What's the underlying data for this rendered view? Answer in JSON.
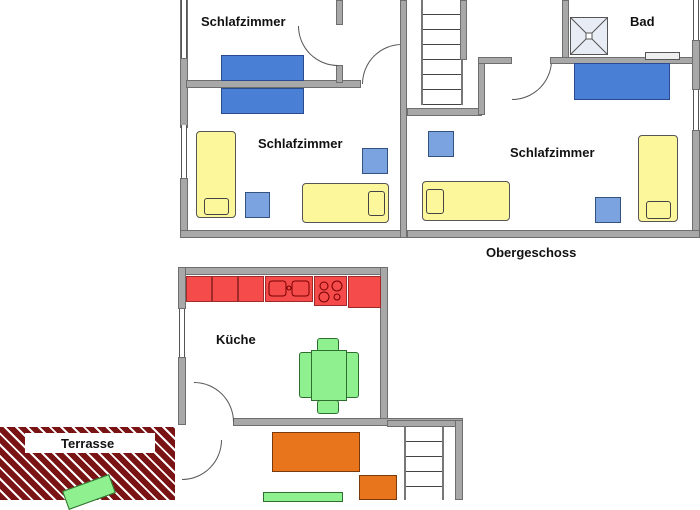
{
  "floor_plan": {
    "upper_floor": {
      "title": "Obergeschoss",
      "rooms": [
        {
          "name": "Schlafzimmer",
          "id": "top-left-bedroom"
        },
        {
          "name": "Schlafzimmer",
          "id": "left-bedroom"
        },
        {
          "name": "Bad",
          "id": "bathroom"
        },
        {
          "name": "Schlafzimmer",
          "id": "right-bedroom"
        }
      ]
    },
    "ground_floor": {
      "rooms": [
        {
          "name": "Küche",
          "id": "kitchen"
        },
        {
          "name": "Terrasse",
          "id": "terrace"
        }
      ]
    },
    "colors": {
      "wall": "#a8a8a8",
      "bed": "#fbf79a",
      "wardrobe": "#4a7fd6",
      "nightstand": "#7aa3e0",
      "kitchen_units": "#f54b4b",
      "dining_table": "#8ef08e",
      "sofa": "#e8741c",
      "terrace_brick": "#7a1414"
    }
  }
}
